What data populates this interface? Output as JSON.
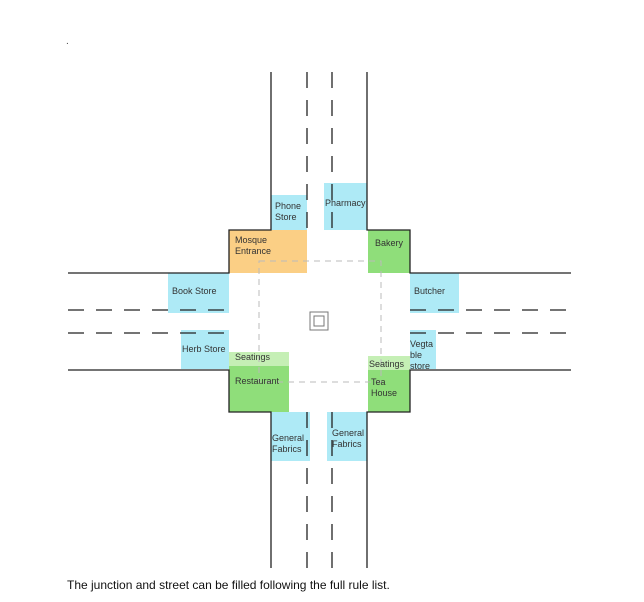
{
  "corner_mark": ".",
  "caption": "The junction and street can be filled following the full rule list.",
  "colors": {
    "blue": "#aeeaf6",
    "orange": "#fbcf85",
    "green": "#8fde7a",
    "light_green": "#c5efb5",
    "line": "#222222",
    "dash": "#bbbbbb"
  },
  "labels": {
    "phone_store": [
      "Phone",
      "Store"
    ],
    "pharmacy": [
      "Pharmacy"
    ],
    "mosque": [
      "Mosque",
      "Entrance"
    ],
    "bakery": [
      "Bakery"
    ],
    "book_store": [
      "Book Store"
    ],
    "butcher": [
      "Butcher"
    ],
    "herb_store": [
      "Herb Store"
    ],
    "vegetable_store": [
      "Vegta",
      "ble",
      "store"
    ],
    "seatings_left": [
      "Seatings"
    ],
    "seatings_right": [
      "Seatings"
    ],
    "restaurant": [
      "Restaurant"
    ],
    "tea_house": [
      "Tea",
      "House"
    ],
    "fabrics_left": [
      "General",
      "Fabrics"
    ],
    "fabrics_right": [
      "General",
      "Fabrics"
    ]
  },
  "icons": {
    "center": "square-in-square-icon"
  }
}
